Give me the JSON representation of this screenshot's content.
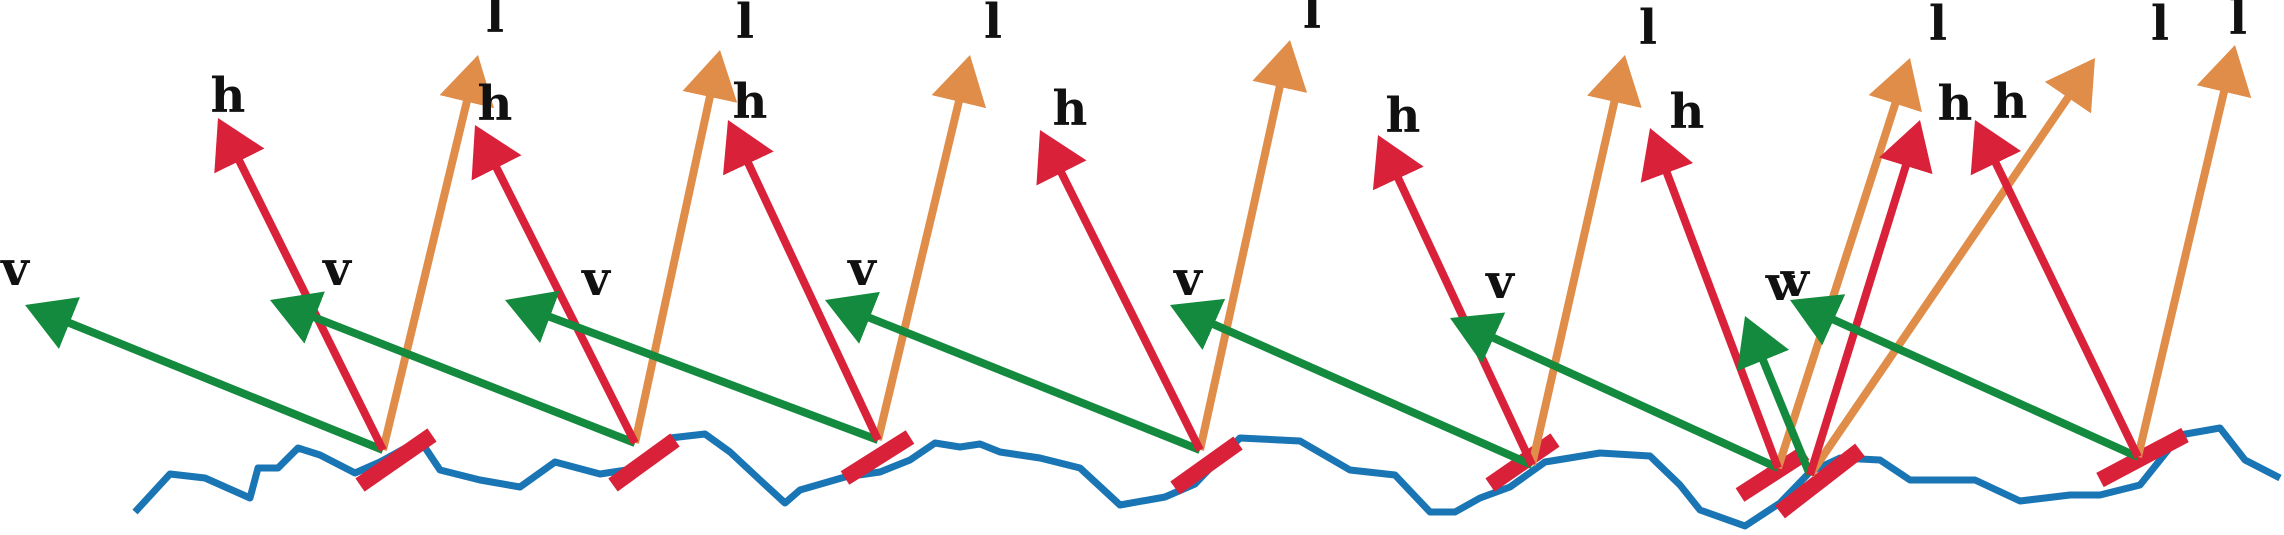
{
  "colors": {
    "surface": "#1a75b4",
    "normal_h": "#d9213a",
    "light_l": "#e08d49",
    "view_v": "#148a3e",
    "background": "#ffffff"
  },
  "labels": {
    "l": "l",
    "h": "h",
    "v": "v"
  },
  "microfacet_count": 8
}
